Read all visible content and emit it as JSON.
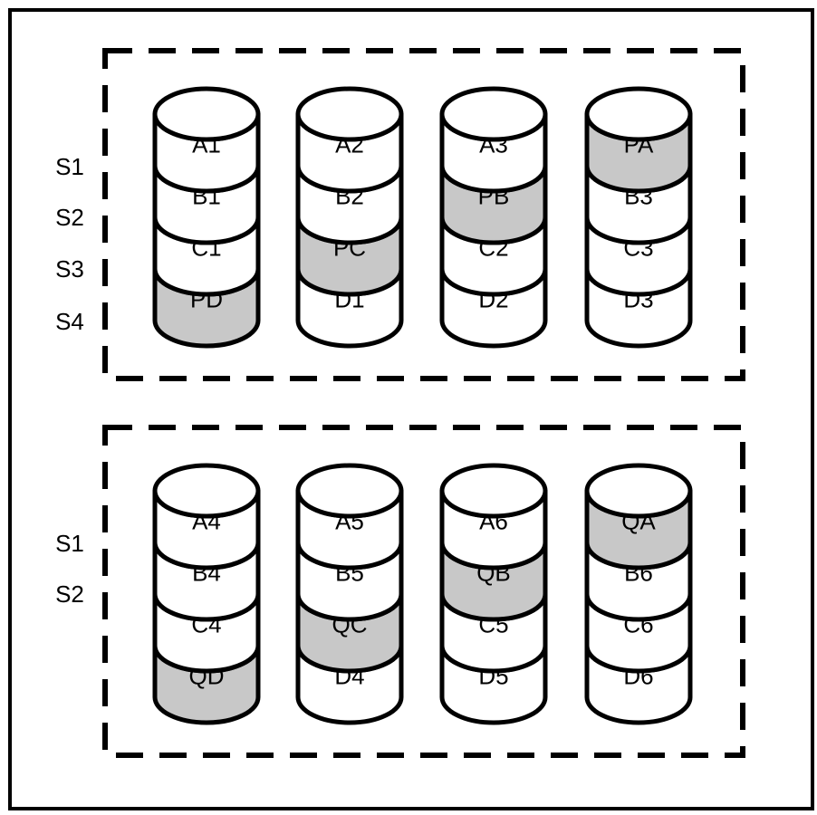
{
  "colors": {
    "stroke": "#000000",
    "data_fill": "#ffffff",
    "parity_fill": "#c8c8c8",
    "background": "#ffffff"
  },
  "groups": [
    {
      "stripe_labels": [
        "S1",
        "S2",
        "S3",
        "S4"
      ],
      "disks": [
        {
          "blocks": [
            {
              "label": "A1",
              "parity": false
            },
            {
              "label": "B1",
              "parity": false
            },
            {
              "label": "C1",
              "parity": false
            },
            {
              "label": "PD",
              "parity": true
            }
          ]
        },
        {
          "blocks": [
            {
              "label": "A2",
              "parity": false
            },
            {
              "label": "B2",
              "parity": false
            },
            {
              "label": "PC",
              "parity": true
            },
            {
              "label": "D1",
              "parity": false
            }
          ]
        },
        {
          "blocks": [
            {
              "label": "A3",
              "parity": false
            },
            {
              "label": "PB",
              "parity": true
            },
            {
              "label": "C2",
              "parity": false
            },
            {
              "label": "D2",
              "parity": false
            }
          ]
        },
        {
          "blocks": [
            {
              "label": "PA",
              "parity": true
            },
            {
              "label": "B3",
              "parity": false
            },
            {
              "label": "C3",
              "parity": false
            },
            {
              "label": "D3",
              "parity": false
            }
          ]
        }
      ]
    },
    {
      "stripe_labels": [
        "S1",
        "S2"
      ],
      "disks": [
        {
          "blocks": [
            {
              "label": "A4",
              "parity": false
            },
            {
              "label": "B4",
              "parity": false
            },
            {
              "label": "C4",
              "parity": false
            },
            {
              "label": "QD",
              "parity": true
            }
          ]
        },
        {
          "blocks": [
            {
              "label": "A5",
              "parity": false
            },
            {
              "label": "B5",
              "parity": false
            },
            {
              "label": "QC",
              "parity": true
            },
            {
              "label": "D4",
              "parity": false
            }
          ]
        },
        {
          "blocks": [
            {
              "label": "A6",
              "parity": false
            },
            {
              "label": "QB",
              "parity": true
            },
            {
              "label": "C5",
              "parity": false
            },
            {
              "label": "D5",
              "parity": false
            }
          ]
        },
        {
          "blocks": [
            {
              "label": "QA",
              "parity": true
            },
            {
              "label": "B6",
              "parity": false
            },
            {
              "label": "C6",
              "parity": false
            },
            {
              "label": "D6",
              "parity": false
            }
          ]
        }
      ]
    }
  ]
}
